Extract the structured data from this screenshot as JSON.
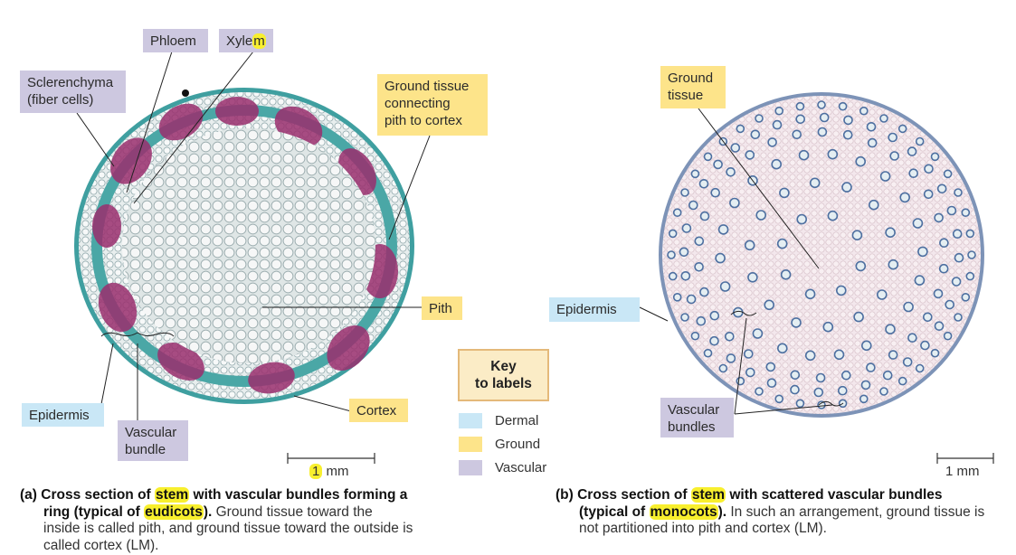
{
  "labels": {
    "phloem": "Phloem",
    "xylem_pre": "Xyle",
    "xylem_hl": "m",
    "sclerenchyma_l1": "Sclerenchyma",
    "sclerenchyma_l2": "(fiber cells)",
    "ground_connect_l1": "Ground tissue",
    "ground_connect_l2": "connecting",
    "ground_connect_l3": "pith to cortex",
    "pith": "Pith",
    "epidermis_a": "Epidermis",
    "vascular_bundle_l1": "Vascular",
    "vascular_bundle_l2": "bundle",
    "cortex": "Cortex",
    "ground_tissue_b_l1": "Ground",
    "ground_tissue_b_l2": "tissue",
    "epidermis_b": "Epidermis",
    "vascular_bundles_l1": "Vascular",
    "vascular_bundles_l2": "bundles"
  },
  "key": {
    "title_l1": "Key",
    "title_l2": "to labels",
    "items": [
      {
        "label": "Dermal",
        "color": "#c9e7f6"
      },
      {
        "label": "Ground",
        "color": "#fde48a"
      },
      {
        "label": "Vascular",
        "color": "#cdc8e0"
      }
    ]
  },
  "scale_a": {
    "num": "1",
    "unit": " mm"
  },
  "scale_b": {
    "text": "1 mm"
  },
  "caption_a": {
    "tag": "(a)",
    "bold1": "Cross section of ",
    "hl1": "stem",
    "bold2": " with vascular bundles forming a",
    "bold3": "ring (typical of ",
    "hl2": "eudicots",
    "bold4": ").",
    "text1": " Ground tissue toward the",
    "text2": "inside is called pith, and ground tissue toward the outside is",
    "text3": "called cortex (LM)."
  },
  "caption_b": {
    "tag": "(b)",
    "bold1": "Cross section of ",
    "hl1": "stem",
    "bold2": " with scattered vascular bundles",
    "bold3": "(typical of ",
    "hl2": "monocots",
    "bold4": ").",
    "text1": " In such an arrangement, ground tissue is",
    "text2": "not partitioned into pith and cortex (LM)."
  }
}
